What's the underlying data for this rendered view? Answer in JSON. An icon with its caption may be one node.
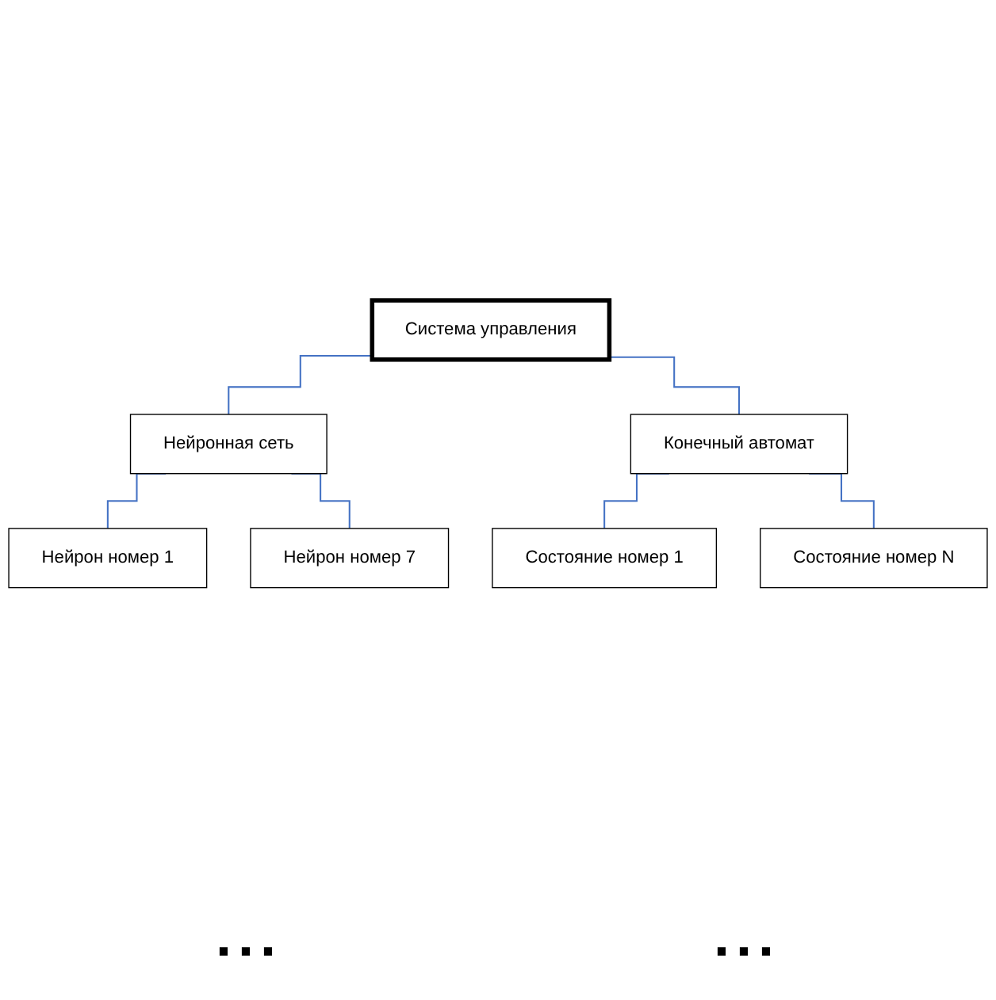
{
  "diagram": {
    "nodes": [
      {
        "text": [
          "Система управления"
        ]
      },
      {
        "text": [
          "Нейронная сеть"
        ]
      },
      {
        "text": [
          "Конечный автомат"
        ]
      },
      {
        "text": [
          "Нейрон номер 1"
        ]
      },
      {
        "text": [
          "Нейрон номер 7"
        ]
      },
      {
        "text": [
          "Состояние номер 1"
        ]
      },
      {
        "text": [
          "Состояние номер N"
        ]
      }
    ],
    "edges": [
      {
        "from": 0,
        "to": 1,
        "arrow": "none"
      },
      {
        "from": 0,
        "to": 2,
        "arrow": "none"
      },
      {
        "from": 1,
        "to": 3,
        "arrow": "none"
      },
      {
        "from": 1,
        "to": 4,
        "arrow": "none"
      },
      {
        "from": 2,
        "to": 5,
        "arrow": "none"
      },
      {
        "from": 2,
        "to": 6,
        "arrow": "none"
      }
    ],
    "labels": [
      "...",
      "..."
    ]
  }
}
